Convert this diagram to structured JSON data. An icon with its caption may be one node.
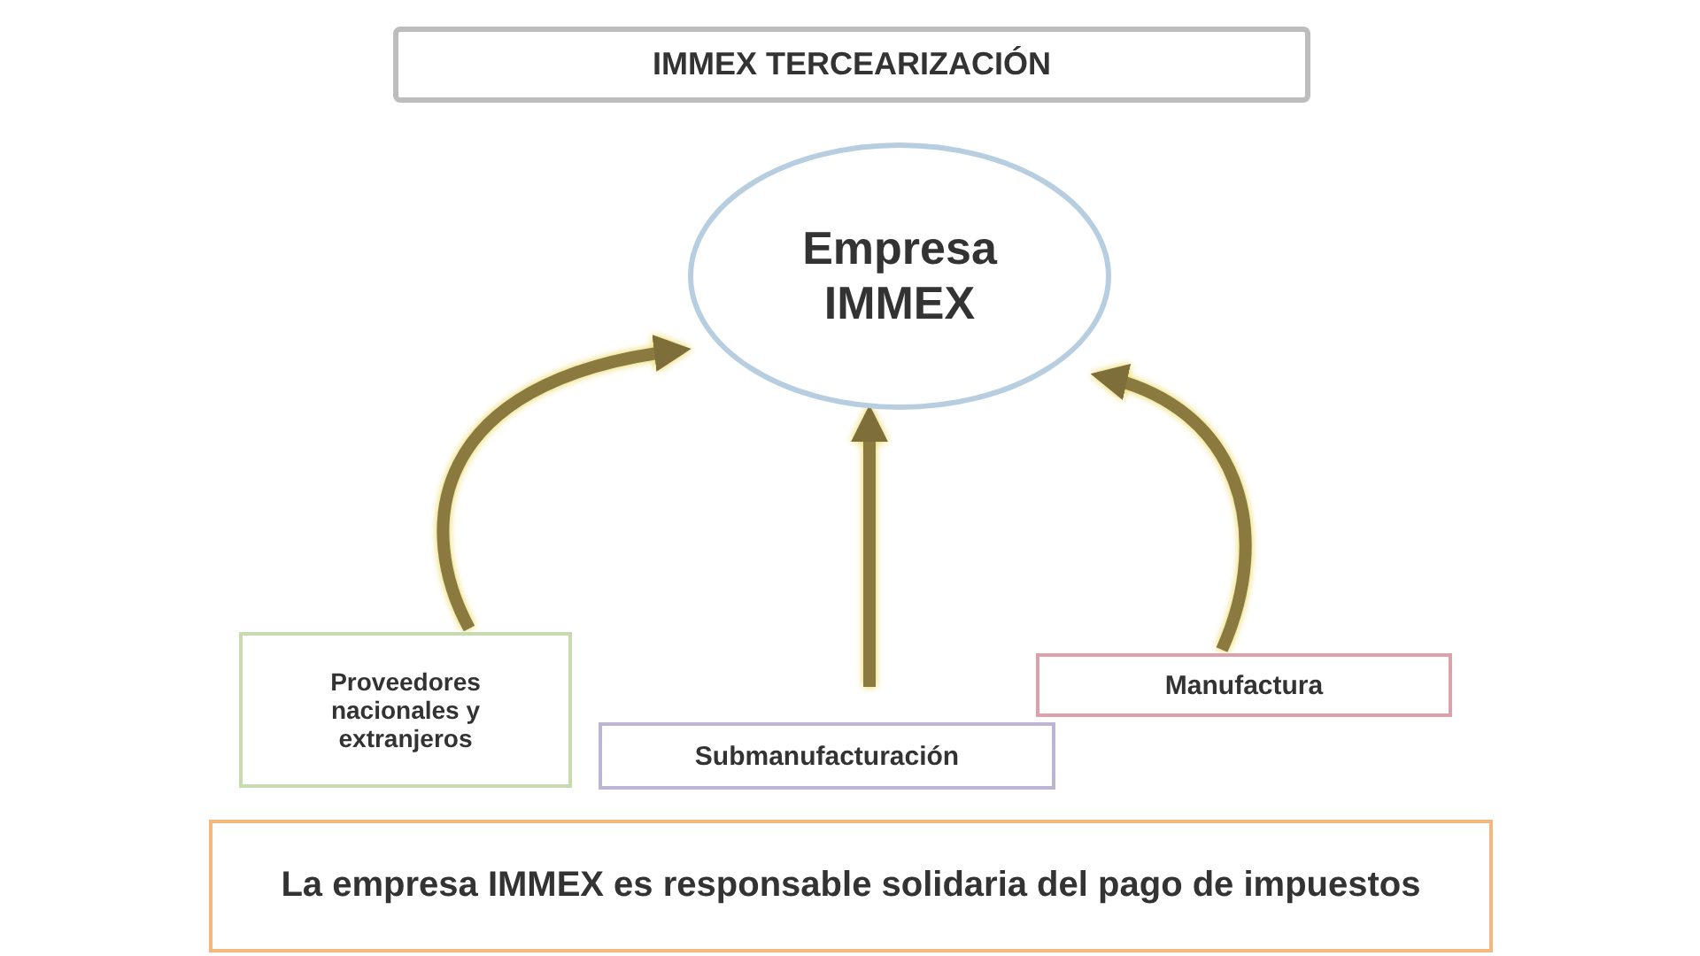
{
  "diagram": {
    "title": "IMMEX TERCEARIZACIÓN",
    "nodes": [
      {
        "text": [
          "Empresa IMMEX"
        ]
      },
      {
        "text": [
          "Proveedores nacionales y extranjeros"
        ]
      },
      {
        "text": [
          "Submanufacturación"
        ]
      },
      {
        "text": [
          "Manufactura"
        ]
      },
      {
        "text": [
          "La empresa IMMEX es responsable solidaria del pago de impuestos"
        ]
      }
    ],
    "edges": [
      {
        "from": 1,
        "to": 0,
        "arrow": "to"
      },
      {
        "from": 2,
        "to": 0,
        "arrow": "to"
      },
      {
        "from": 3,
        "to": 0,
        "arrow": "to"
      }
    ]
  }
}
